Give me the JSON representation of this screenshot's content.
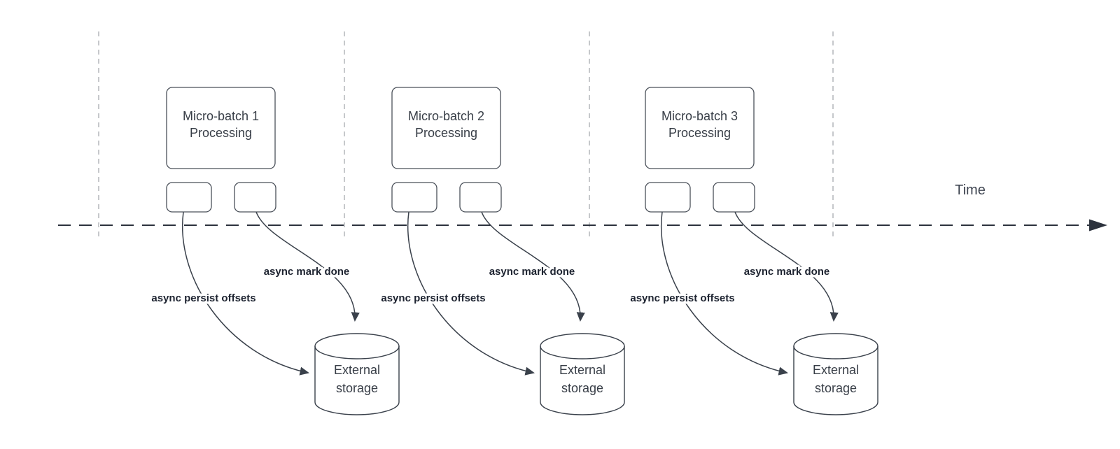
{
  "diagram": {
    "time_label": "Time",
    "colors": {
      "edge_stroke": "#3a414b",
      "separator_stroke": "#b4b6ba",
      "axis_stroke": "#2c323d",
      "node_border": "#4a5059",
      "title_text": "#383e47",
      "edge_label_text": "#1d2330",
      "background": "#ffffff"
    },
    "batches": [
      {
        "title_line1": "Micro-batch 1",
        "title_line2": "Processing",
        "persist_label": "async persist offsets",
        "done_label": "async mark done",
        "storage_line1": "External",
        "storage_line2": "storage"
      },
      {
        "title_line1": "Micro-batch 2",
        "title_line2": "Processing",
        "persist_label": "async persist offsets",
        "done_label": "async mark done",
        "storage_line1": "External",
        "storage_line2": "storage"
      },
      {
        "title_line1": "Micro-batch 3",
        "title_line2": "Processing",
        "persist_label": "async persist offsets",
        "done_label": "async mark done",
        "storage_line1": "External",
        "storage_line2": "storage"
      }
    ]
  }
}
